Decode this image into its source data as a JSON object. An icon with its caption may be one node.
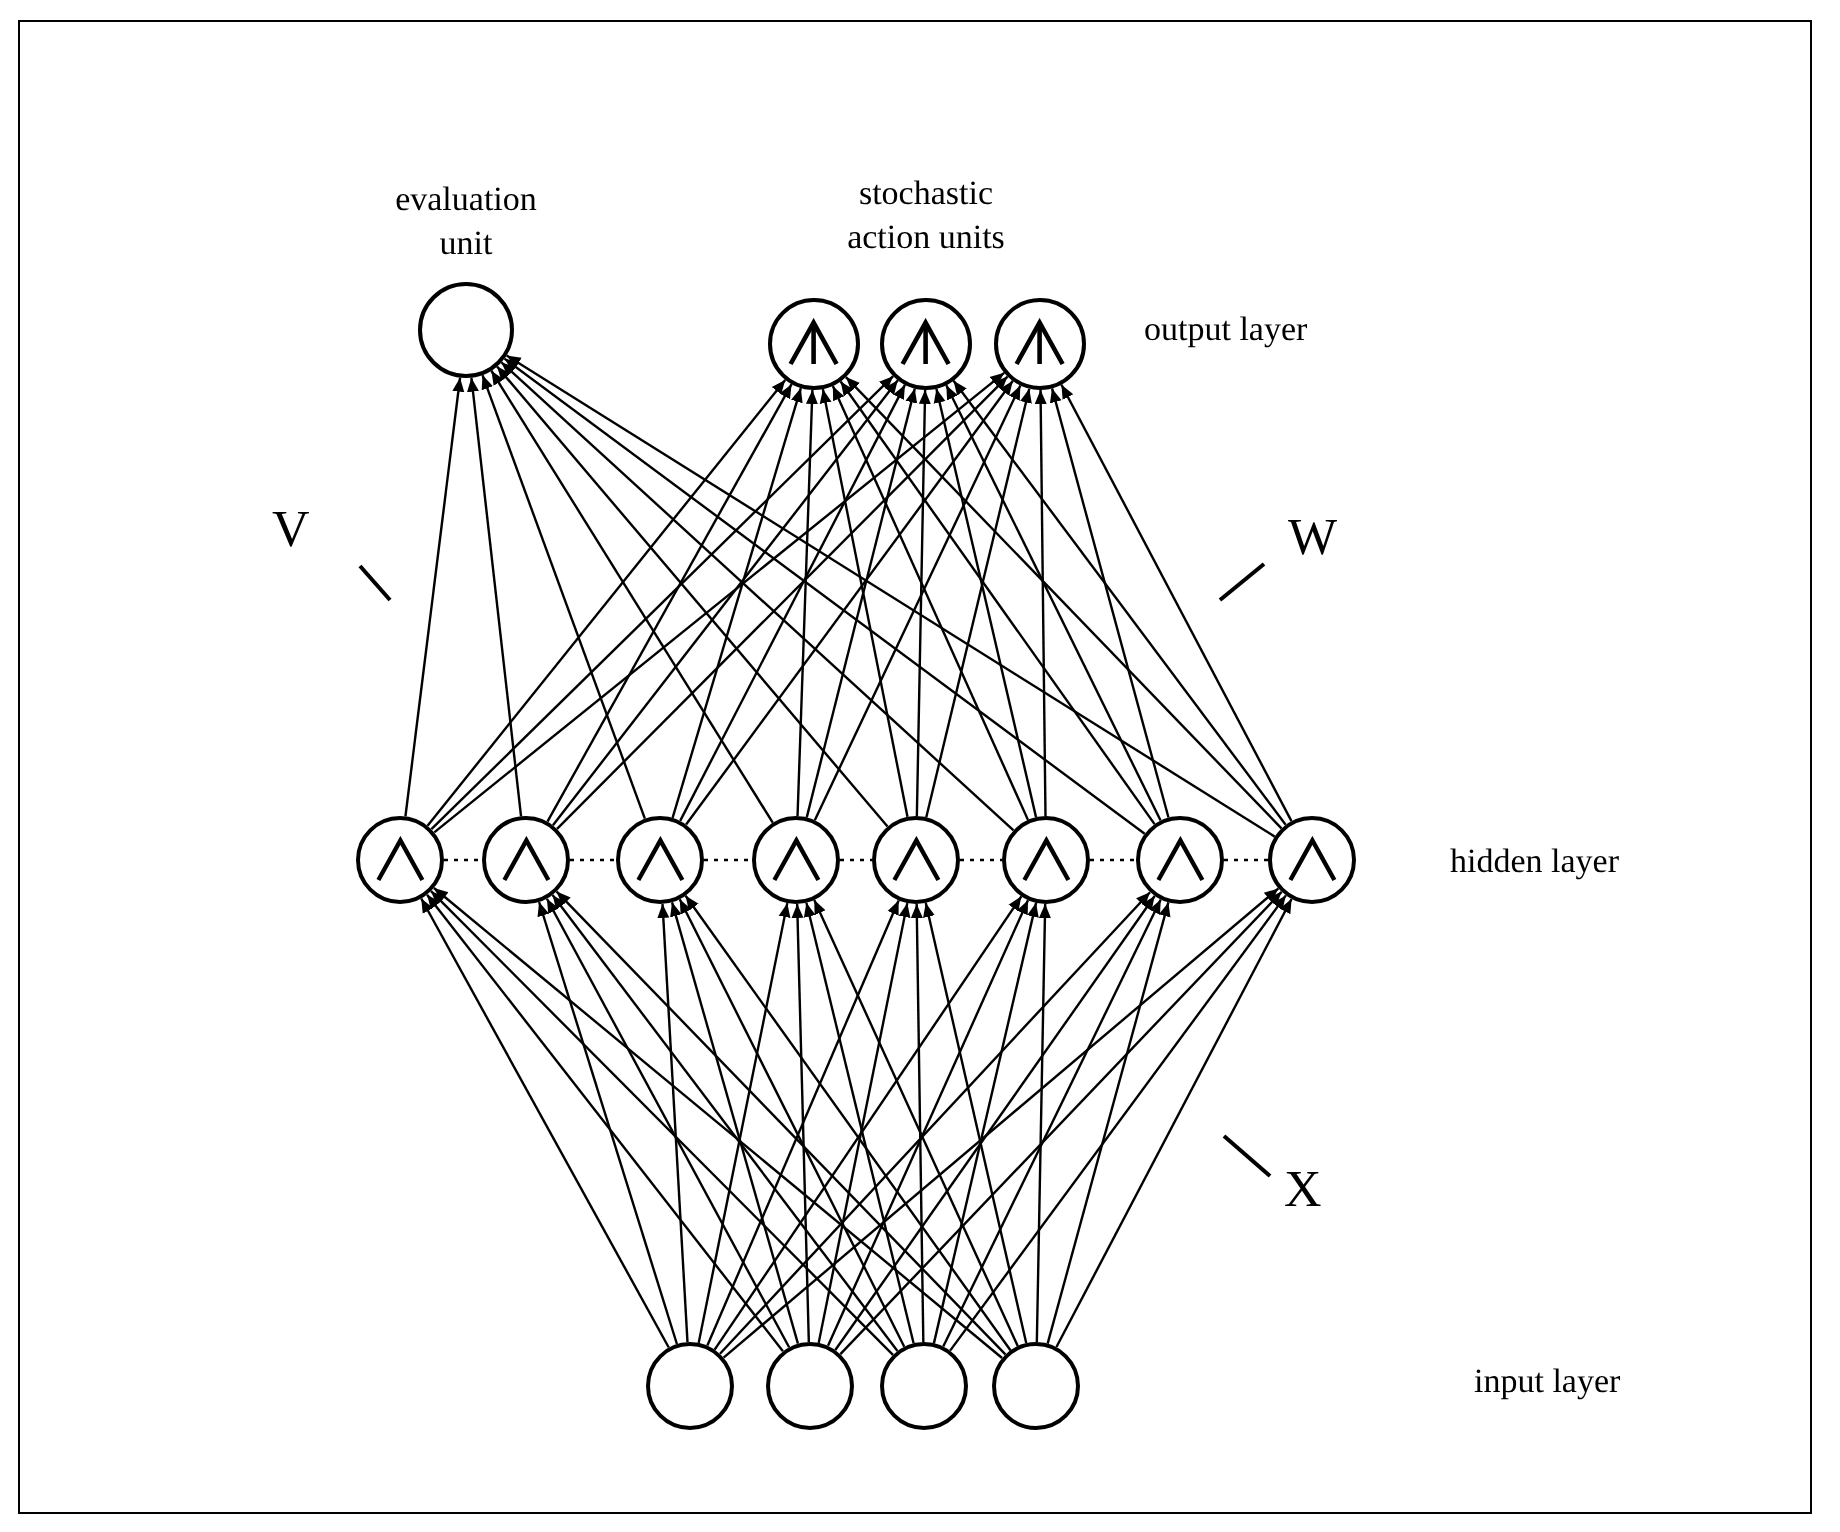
{
  "diagram": {
    "nodes": [
      {
        "text": [],
        "shape": "circle",
        "beside": [
          "evaluation unit"
        ]
      },
      {
        "text": [],
        "shape": "circle"
      },
      {
        "text": [],
        "shape": "circle"
      },
      {
        "text": [],
        "shape": "circle"
      },
      {
        "text": [],
        "shape": "circle"
      },
      {
        "text": [],
        "shape": "circle"
      },
      {
        "text": [],
        "shape": "circle"
      },
      {
        "text": [],
        "shape": "circle"
      },
      {
        "text": [],
        "shape": "circle"
      },
      {
        "text": [],
        "shape": "circle"
      },
      {
        "text": [],
        "shape": "circle"
      },
      {
        "text": [],
        "shape": "circle"
      },
      {
        "text": [],
        "shape": "circle"
      },
      {
        "text": [],
        "shape": "circle"
      },
      {
        "text": [],
        "shape": "circle"
      },
      {
        "text": [],
        "shape": "circle"
      }
    ],
    "edges": [
      {
        "from": 12,
        "to": 4,
        "arrow": "to"
      },
      {
        "from": 12,
        "to": 5,
        "arrow": "to"
      },
      {
        "from": 12,
        "to": 6,
        "arrow": "to"
      },
      {
        "from": 12,
        "to": 7,
        "arrow": "to"
      },
      {
        "from": 12,
        "to": 8,
        "arrow": "to"
      },
      {
        "from": 12,
        "to": 9,
        "arrow": "to"
      },
      {
        "from": 12,
        "to": 10,
        "arrow": "to"
      },
      {
        "from": 12,
        "to": 11,
        "arrow": "to"
      },
      {
        "from": 13,
        "to": 4,
        "arrow": "to"
      },
      {
        "from": 13,
        "to": 5,
        "arrow": "to"
      },
      {
        "from": 13,
        "to": 6,
        "arrow": "to"
      },
      {
        "from": 13,
        "to": 7,
        "arrow": "to"
      },
      {
        "from": 13,
        "to": 8,
        "arrow": "to"
      },
      {
        "from": 13,
        "to": 9,
        "arrow": "to"
      },
      {
        "from": 13,
        "to": 10,
        "arrow": "to"
      },
      {
        "from": 13,
        "to": 11,
        "arrow": "to"
      },
      {
        "from": 14,
        "to": 4,
        "arrow": "to"
      },
      {
        "from": 14,
        "to": 5,
        "arrow": "to"
      },
      {
        "from": 14,
        "to": 6,
        "arrow": "to"
      },
      {
        "from": 14,
        "to": 7,
        "arrow": "to"
      },
      {
        "from": 14,
        "to": 8,
        "arrow": "to"
      },
      {
        "from": 14,
        "to": 9,
        "arrow": "to"
      },
      {
        "from": 14,
        "to": 10,
        "arrow": "to"
      },
      {
        "from": 14,
        "to": 11,
        "arrow": "to"
      },
      {
        "from": 15,
        "to": 4,
        "arrow": "to"
      },
      {
        "from": 15,
        "to": 5,
        "arrow": "to"
      },
      {
        "from": 15,
        "to": 6,
        "arrow": "to"
      },
      {
        "from": 15,
        "to": 7,
        "arrow": "to"
      },
      {
        "from": 15,
        "to": 8,
        "arrow": "to"
      },
      {
        "from": 15,
        "to": 9,
        "arrow": "to"
      },
      {
        "from": 15,
        "to": 10,
        "arrow": "to"
      },
      {
        "from": 15,
        "to": 11,
        "arrow": "to"
      },
      {
        "from": 4,
        "to": 0,
        "arrow": "to"
      },
      {
        "from": 5,
        "to": 0,
        "arrow": "to"
      },
      {
        "from": 6,
        "to": 0,
        "arrow": "to"
      },
      {
        "from": 7,
        "to": 0,
        "arrow": "to"
      },
      {
        "from": 8,
        "to": 0,
        "arrow": "to"
      },
      {
        "from": 9,
        "to": 0,
        "arrow": "to"
      },
      {
        "from": 10,
        "to": 0,
        "arrow": "to"
      },
      {
        "from": 11,
        "to": 0,
        "arrow": "to"
      },
      {
        "from": 4,
        "to": 1,
        "arrow": "to"
      },
      {
        "from": 5,
        "to": 1,
        "arrow": "to"
      },
      {
        "from": 6,
        "to": 1,
        "arrow": "to"
      },
      {
        "from": 7,
        "to": 1,
        "arrow": "to"
      },
      {
        "from": 8,
        "to": 1,
        "arrow": "to"
      },
      {
        "from": 9,
        "to": 1,
        "arrow": "to"
      },
      {
        "from": 10,
        "to": 1,
        "arrow": "to"
      },
      {
        "from": 11,
        "to": 1,
        "arrow": "to"
      },
      {
        "from": 4,
        "to": 2,
        "arrow": "to"
      },
      {
        "from": 5,
        "to": 2,
        "arrow": "to"
      },
      {
        "from": 6,
        "to": 2,
        "arrow": "to"
      },
      {
        "from": 7,
        "to": 2,
        "arrow": "to"
      },
      {
        "from": 8,
        "to": 2,
        "arrow": "to"
      },
      {
        "from": 9,
        "to": 2,
        "arrow": "to"
      },
      {
        "from": 10,
        "to": 2,
        "arrow": "to"
      },
      {
        "from": 11,
        "to": 2,
        "arrow": "to"
      },
      {
        "from": 4,
        "to": 3,
        "arrow": "to"
      },
      {
        "from": 5,
        "to": 3,
        "arrow": "to"
      },
      {
        "from": 6,
        "to": 3,
        "arrow": "to"
      },
      {
        "from": 7,
        "to": 3,
        "arrow": "to"
      },
      {
        "from": 8,
        "to": 3,
        "arrow": "to"
      },
      {
        "from": 9,
        "to": 3,
        "arrow": "to"
      },
      {
        "from": 10,
        "to": 3,
        "arrow": "to"
      },
      {
        "from": 11,
        "to": 3,
        "arrow": "to"
      },
      {
        "from": 4,
        "to": 5,
        "arrow": "none",
        "style": "dashed"
      },
      {
        "from": 5,
        "to": 6,
        "arrow": "none",
        "style": "dashed"
      },
      {
        "from": 6,
        "to": 7,
        "arrow": "none",
        "style": "dashed"
      },
      {
        "from": 7,
        "to": 8,
        "arrow": "none",
        "style": "dashed"
      },
      {
        "from": 8,
        "to": 9,
        "arrow": "none",
        "style": "dashed"
      },
      {
        "from": 9,
        "to": 10,
        "arrow": "none",
        "style": "dashed"
      },
      {
        "from": 10,
        "to": 11,
        "arrow": "none",
        "style": "dashed"
      }
    ],
    "labels": [
      "stochastic action units",
      "output layer",
      "V",
      "W",
      "hidden layer",
      "X",
      "input layer"
    ]
  }
}
